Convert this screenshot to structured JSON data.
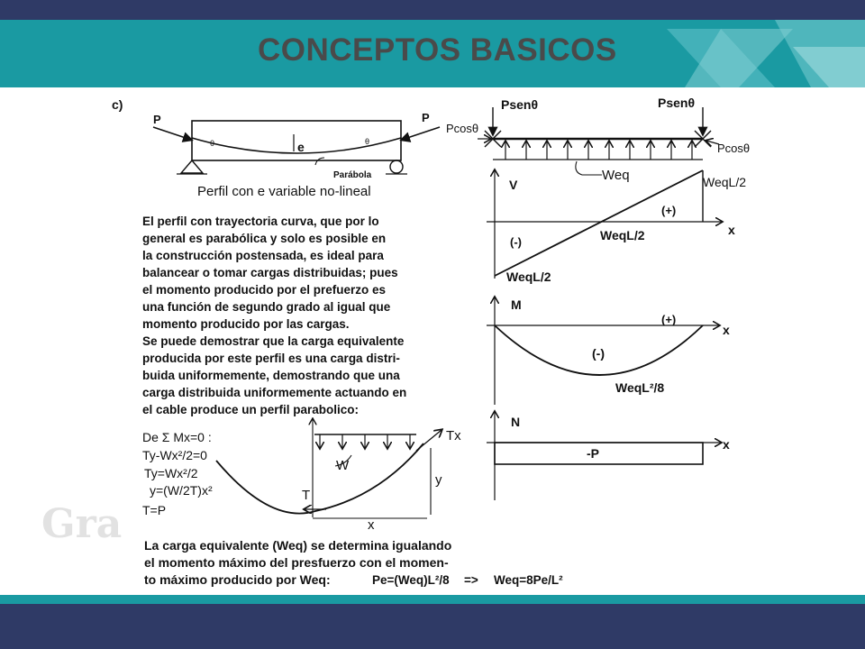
{
  "slide": {
    "title": "CONCEPTOS BASICOS",
    "watermark": "Gra"
  },
  "figure_c": {
    "label": "c)",
    "load_left": "P",
    "load_right": "P",
    "angle_symbol": "θ",
    "eccentricity": "e",
    "parabola_label": "Parábola",
    "caption": "Perfil con e variable no-lineal"
  },
  "equivalent_loads": {
    "p_sen_left": "Psenθ",
    "p_sen_right": "Psenθ",
    "p_cos_left": "Pcosθ",
    "p_cos_right": "Pcosθ",
    "weq": "Weq"
  },
  "shear_diagram": {
    "axis_v": "V",
    "axis_x": "x",
    "top_right": "WeqL/2",
    "positive": "(+)",
    "negative": "(-)",
    "middle": "WeqL/2",
    "bottom_left": "WeqL/2"
  },
  "moment_diagram": {
    "axis_m": "M",
    "axis_x": "x",
    "positive": "(+)",
    "negative": "(-)",
    "max_label": "WeqL²/8"
  },
  "normal_diagram": {
    "axis_n": "N",
    "axis_x": "x",
    "value": "-P"
  },
  "paragraph_lines": [
    "El perfil con trayectoria curva, que por lo",
    "general es parabólica y solo es posible en",
    "la construcción postensada, es ideal para",
    "balancear o tomar cargas distribuidas; pues",
    "el momento producido por el prefuerzo es",
    "una función de segundo grado al igual que",
    "momento producido por las cargas.",
    "Se puede demostrar que la carga equivalente",
    "producida por este perfil es una carga distri-",
    "buida uniformemente, demostrando que una",
    "carga distribuida uniformemente actuando en",
    "el cable produce un perfil parabolico:"
  ],
  "derivation": {
    "lines": [
      "De Σ Mx=0 :",
      "Ty-Wx²/2=0",
      "Ty=Wx²/2",
      "y=(W/2T)x²",
      "",
      "T=P"
    ],
    "label_w": "W",
    "label_t": "T",
    "label_tx": "Tx",
    "label_y": "y",
    "label_x": "x"
  },
  "conclusion_lines": [
    "La carga equivalente (Weq) se determina igualando",
    "el momento máximo del presfuerzo con el momen-",
    "to máximo producido por Weq:"
  ],
  "conclusion_formulas": {
    "pe": "Pe=(Weq)L²/8",
    "implies": "=>",
    "weq": "Weq=8Pe/L²"
  }
}
